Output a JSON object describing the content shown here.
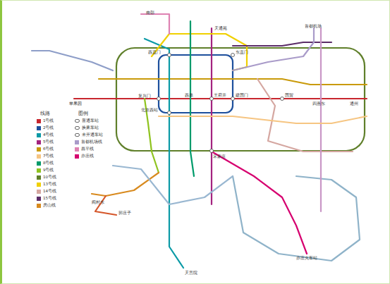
{
  "diagram": {
    "labels": [
      "西直门",
      "东直门",
      "复兴门",
      "建国门",
      "西单",
      "王府井",
      "国贸",
      "北京西站",
      "宋家庄",
      "苹果园",
      "四惠东",
      "通州",
      "天通苑",
      "天宫院",
      "亦庄火车站",
      "首都机场",
      "南邵",
      "阎村东",
      "郭庄子",
      "线路",
      "图例"
    ],
    "legend": [
      {
        "text": "1号线",
        "color": "#c8262e"
      },
      {
        "text": "2号线",
        "color": "#1d4f9c"
      },
      {
        "text": "4号线",
        "color": "#0b9aa6"
      },
      {
        "text": "5号线",
        "color": "#a3237f"
      },
      {
        "text": "6号线",
        "color": "#c99a0a"
      },
      {
        "text": "7号线",
        "color": "#f6c582"
      },
      {
        "text": "8号线",
        "color": "#009b6b"
      },
      {
        "text": "9号线",
        "color": "#8fc31f"
      },
      {
        "text": "10号线",
        "color": "#5f7f2a"
      },
      {
        "text": "13号线",
        "color": "#f0d000"
      },
      {
        "text": "14号线",
        "color": "#d5a7a1"
      },
      {
        "text": "15号线",
        "color": "#5b2c68"
      },
      {
        "text": "房山线",
        "color": "#d88a1e"
      },
      {
        "text": "普通车站"
      },
      {
        "text": "换乘车站"
      },
      {
        "text": "未开通车站"
      },
      {
        "text": "首都机场线",
        "color": "#a99bc9"
      },
      {
        "text": "昌平线",
        "color": "#de82b2"
      },
      {
        "text": "亦庄线",
        "color": "#d6006f"
      }
    ]
  }
}
